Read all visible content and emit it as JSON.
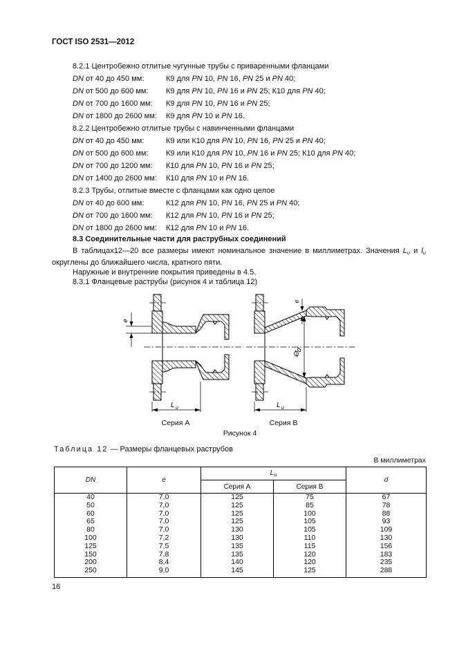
{
  "doc": {
    "header": "ГОСТ ISO 2531—2012",
    "page_number": "16"
  },
  "sections": [
    {
      "heading": [
        {
          "t": "8.2.1  Центробежно отлитые чугунные трубы с приваренными фланцами"
        }
      ],
      "rows": [
        {
          "left": [
            {
              "t": "DN",
              "i": 1
            },
            {
              "t": " от 40 до 450 мм:"
            }
          ],
          "right": [
            {
              "t": "К9 для "
            },
            {
              "t": "PN",
              "i": 1
            },
            {
              "t": " 10, "
            },
            {
              "t": "PN",
              "i": 1
            },
            {
              "t": " 16, "
            },
            {
              "t": "PN",
              "i": 1
            },
            {
              "t": " 25 и "
            },
            {
              "t": "PN",
              "i": 1
            },
            {
              "t": " 40;"
            }
          ]
        },
        {
          "left": [
            {
              "t": "DN",
              "i": 1
            },
            {
              "t": " от 500 до 600 мм:"
            }
          ],
          "right": [
            {
              "t": "К9 для "
            },
            {
              "t": "PN",
              "i": 1
            },
            {
              "t": " 10, "
            },
            {
              "t": "PN",
              "i": 1
            },
            {
              "t": " 16 и "
            },
            {
              "t": "PN",
              "i": 1
            },
            {
              "t": " 25; К10 для "
            },
            {
              "t": "PN",
              "i": 1
            },
            {
              "t": " 40;"
            }
          ]
        },
        {
          "left": [
            {
              "t": "DN",
              "i": 1
            },
            {
              "t": " от 700 до 1600 мм:"
            }
          ],
          "right": [
            {
              "t": "К9 для "
            },
            {
              "t": "PN",
              "i": 1
            },
            {
              "t": " 10, "
            },
            {
              "t": "PN",
              "i": 1
            },
            {
              "t": " 16 и "
            },
            {
              "t": "PN",
              "i": 1
            },
            {
              "t": " 25;"
            }
          ]
        },
        {
          "left": [
            {
              "t": "DN",
              "i": 1
            },
            {
              "t": " от 1800 до 2600 мм:"
            }
          ],
          "right": [
            {
              "t": "К9 для "
            },
            {
              "t": "PN",
              "i": 1
            },
            {
              "t": " 10 и "
            },
            {
              "t": "PN",
              "i": 1
            },
            {
              "t": " 16."
            }
          ]
        }
      ]
    },
    {
      "heading": [
        {
          "t": "8.2.2 Центробежно отлитые трубы с навинченными фланцами"
        }
      ],
      "rows": [
        {
          "left": [
            {
              "t": "DN",
              "i": 1
            },
            {
              "t": " от 40 до 450 мм:"
            }
          ],
          "right": [
            {
              "t": "К9 или К10 для "
            },
            {
              "t": "PN",
              "i": 1
            },
            {
              "t": " 10, "
            },
            {
              "t": "PN",
              "i": 1
            },
            {
              "t": " 16, "
            },
            {
              "t": "PN",
              "i": 1
            },
            {
              "t": " 25 и "
            },
            {
              "t": "PN",
              "i": 1
            },
            {
              "t": " 40;"
            }
          ]
        },
        {
          "left": [
            {
              "t": "DN",
              "i": 1
            },
            {
              "t": " от 500 до 600 мм:"
            }
          ],
          "right": [
            {
              "t": "К9 или К10 для "
            },
            {
              "t": "PN",
              "i": 1
            },
            {
              "t": " 10, "
            },
            {
              "t": "PN",
              "i": 1
            },
            {
              "t": " 16 и "
            },
            {
              "t": "PN",
              "i": 1
            },
            {
              "t": " 25; К10 для "
            },
            {
              "t": "PN",
              "i": 1
            },
            {
              "t": " 40;"
            }
          ]
        },
        {
          "left": [
            {
              "t": "DN",
              "i": 1
            },
            {
              "t": " от 700 до 1200 мм:"
            }
          ],
          "right": [
            {
              "t": "К10 для "
            },
            {
              "t": "PN",
              "i": 1
            },
            {
              "t": " 10, "
            },
            {
              "t": "PN",
              "i": 1
            },
            {
              "t": " 16 и "
            },
            {
              "t": "PN",
              "i": 1
            },
            {
              "t": " 25;"
            }
          ]
        },
        {
          "left": [
            {
              "t": "DN",
              "i": 1
            },
            {
              "t": " от 1400 до 2600 мм:"
            }
          ],
          "right": [
            {
              "t": "К10 для "
            },
            {
              "t": "PN",
              "i": 1
            },
            {
              "t": " 10 и "
            },
            {
              "t": "PN",
              "i": 1
            },
            {
              "t": " 16."
            }
          ]
        }
      ]
    },
    {
      "heading": [
        {
          "t": "8.2.3  Трубы, отлитые вместе с фланцами как одно целое"
        }
      ],
      "rows": [
        {
          "left": [
            {
              "t": "DN",
              "i": 1
            },
            {
              "t": " от 40 до 600 мм:"
            }
          ],
          "right": [
            {
              "t": "К12 для "
            },
            {
              "t": "PN",
              "i": 1
            },
            {
              "t": " 10, "
            },
            {
              "t": "PN",
              "i": 1
            },
            {
              "t": " 16, "
            },
            {
              "t": "PN",
              "i": 1
            },
            {
              "t": " 25 и "
            },
            {
              "t": "PN",
              "i": 1
            },
            {
              "t": " 40;"
            }
          ]
        },
        {
          "left": [
            {
              "t": "DN",
              "i": 1
            },
            {
              "t": " от 700 до 1600 мм:"
            }
          ],
          "right": [
            {
              "t": "К12 для "
            },
            {
              "t": "PN",
              "i": 1
            },
            {
              "t": " 10, "
            },
            {
              "t": "PN",
              "i": 1
            },
            {
              "t": " 16 и "
            },
            {
              "t": "PN",
              "i": 1
            },
            {
              "t": " 25;"
            }
          ]
        },
        {
          "left": [
            {
              "t": "DN",
              "i": 1
            },
            {
              "t": " от 1800 до 2600 мм:"
            }
          ],
          "right": [
            {
              "t": "К12 для "
            },
            {
              "t": "PN",
              "i": 1
            },
            {
              "t": " 10 и "
            },
            {
              "t": "PN",
              "i": 1
            },
            {
              "t": " 16."
            }
          ]
        }
      ]
    }
  ],
  "section83": {
    "heading": "8.3  Соединительные части для раструбных соединений",
    "paragraph": [
      {
        "t": "В таблицах12—20 все размеры имеют номинальное значение в миллиметрах. Значения "
      },
      {
        "t": "L",
        "i": 1
      },
      {
        "t": "u",
        "i": 1,
        "sub": 1
      },
      {
        "t": " и "
      },
      {
        "t": "l",
        "i": 1
      },
      {
        "t": "u",
        "i": 1,
        "sub": 1
      },
      {
        "t": " округлены до ближайшего числа, кратного пяти."
      }
    ],
    "line_coatings": "Наружные и внутренние покрытия приведены в 4.5.",
    "line_831": "8.3.1  Фланцевые раструбы (рисунок 4 и таблица 12)"
  },
  "figure": {
    "series_a_label": "Серия A",
    "series_b_label": "Серия B",
    "caption": "Рисунок 4",
    "dim_e": "e",
    "dim_d": "Ød",
    "dim_lu_main": "L",
    "dim_lu_sub": "u"
  },
  "table": {
    "title_label": "Таблица 12",
    "title_rest": " — Размеры фланцевых раструбов",
    "units_note": "В миллиметрах",
    "headers": {
      "dn": [
        {
          "t": "DN",
          "i": 1
        }
      ],
      "e": [
        {
          "t": "e",
          "i": 1
        }
      ],
      "lu": [
        {
          "t": "L",
          "i": 1
        },
        {
          "t": "u",
          "i": 1,
          "sub": 1
        }
      ],
      "series_a": "Серия A",
      "series_b": "Серия B",
      "d": [
        {
          "t": "d",
          "i": 1
        }
      ]
    },
    "rows": [
      {
        "dn": "40",
        "e": "7,0",
        "a": "125",
        "b": "75",
        "d": "67"
      },
      {
        "dn": "50",
        "e": "7,0",
        "a": "125",
        "b": "85",
        "d": "78"
      },
      {
        "dn": "60",
        "e": "7,0",
        "a": "125",
        "b": "100",
        "d": "88"
      },
      {
        "dn": "65",
        "e": "7,0",
        "a": "125",
        "b": "105",
        "d": "93"
      },
      {
        "dn": "80",
        "e": "7,0",
        "a": "130",
        "b": "105",
        "d": "109"
      },
      {
        "dn": "100",
        "e": "7,2",
        "a": "130",
        "b": "110",
        "d": "130"
      },
      {
        "dn": "125",
        "e": "7,5",
        "a": "135",
        "b": "115",
        "d": "156"
      },
      {
        "dn": "150",
        "e": "7,8",
        "a": "135",
        "b": "120",
        "d": "183"
      },
      {
        "dn": "200",
        "e": "8,4",
        "a": "140",
        "b": "120",
        "d": "235"
      },
      {
        "dn": "250",
        "e": "9,0",
        "a": "145",
        "b": "125",
        "d": "288"
      }
    ]
  }
}
